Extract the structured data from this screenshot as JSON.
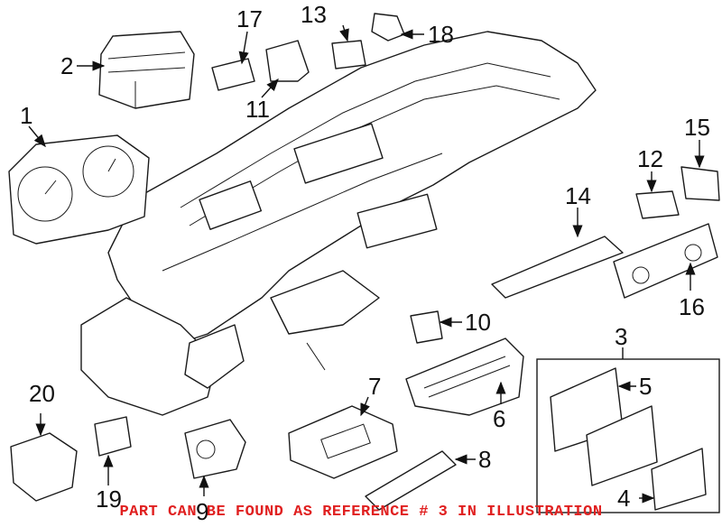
{
  "diagram": {
    "callouts": [
      "1",
      "2",
      "3",
      "4",
      "5",
      "6",
      "7",
      "8",
      "9",
      "10",
      "11",
      "12",
      "13",
      "14",
      "15",
      "16",
      "17",
      "18",
      "19",
      "20"
    ],
    "caption": "PART CAN BE FOUND AS REFERENCE # 3 IN ILLUSTRATION",
    "caption_color": "#e02020"
  }
}
